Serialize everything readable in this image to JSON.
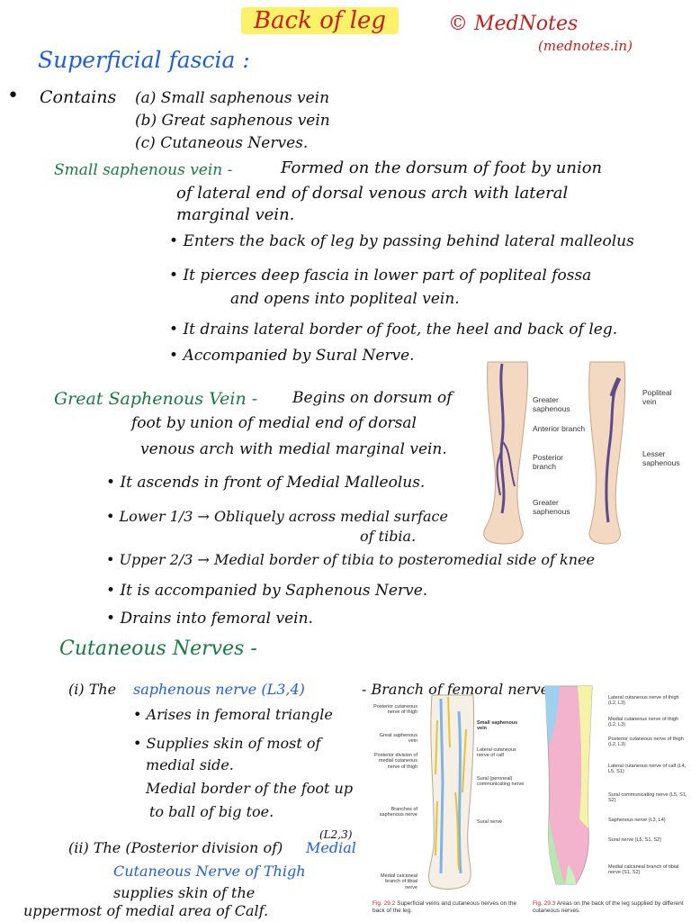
{
  "header": {
    "title": "Back of leg",
    "copyright": "© MedNotes",
    "site": "(mednotes.in)"
  },
  "fascia": {
    "heading": "Superficial fascia :",
    "contains": "Contains",
    "items": [
      "(a) Small saphenous vein",
      "(b) Great saphenous vein",
      "(c) Cutaneous Nerves."
    ]
  },
  "ssv": {
    "heading": "Small saphenous vein -",
    "l1": "Formed on the dorsum of foot by union",
    "l2": "of lateral end of dorsal venous arch with lateral",
    "l3": "marginal vein.",
    "b1": "Enters the back of leg by passing behind lateral malleolus",
    "b2a": "It pierces deep fascia in lower part of popliteal fossa",
    "b2b": "and opens into popliteal vein.",
    "b3": "It drains lateral border of foot, the heel and back of leg.",
    "b4": "Accompanied by Sural Nerve."
  },
  "gsv": {
    "heading": "Great Saphenous Vein -",
    "l1": "Begins on dorsum of",
    "l2": "foot by union of medial end of dorsal",
    "l3": "venous arch with medial marginal vein.",
    "b1": "It ascends in front of Medial Malleolus.",
    "b2a": "Lower 1/3 → Obliquely across medial surface",
    "b2b": "of tibia.",
    "b3": "Upper 2/3 → Medial border of tibia to posteromedial side of knee",
    "b4": "It is accompanied by Saphenous Nerve.",
    "b5": "Drains into femoral vein."
  },
  "veins_figure": {
    "labels": [
      "Greater saphenous",
      "Anterior branch",
      "Posterior branch",
      "Greater saphenous",
      "Popliteal vein",
      "Lesser saphenous"
    ]
  },
  "nerves": {
    "heading": "Cutaneous Nerves -",
    "i_prefix": "(i) The",
    "i_name": "saphenous nerve (L3,4)",
    "i_rest": "- Branch of femoral nerve.",
    "i_b1": "Arises in femoral triangle",
    "i_b2a": "Supplies skin of most of",
    "i_b2b": "medial side.",
    "i_b3a": "Medial border of the foot up",
    "i_b3b": "to ball of big toe.",
    "ii_prefix": "(ii) The (Posterior division of)",
    "ii_name1": "Medial",
    "ii_name2": "Cutaneous Nerve of Thigh",
    "ii_seg": "(L2,3)",
    "ii_l1": "supplies skin of the",
    "ii_l2": "uppermost of medial area of Calf."
  },
  "fig292": {
    "labels_left": [
      "Posterior cutaneous nerve of thigh",
      "Great saphenous vein",
      "Posterior division of medial cutaneous nerve of thigh",
      "Branches of saphenous nerve",
      "Medial calcaneal branch of tibial nerve"
    ],
    "labels_right": [
      "Small saphenous vein",
      "Lateral cutaneous nerve of calf",
      "Sural (peroneal) communicating nerve",
      "Sural nerve"
    ],
    "caption_num": "Fig. 29.2",
    "caption": "Superficial veins and cutaneous nerves on the back of the leg."
  },
  "fig293": {
    "labels": [
      "Lateral cutaneous nerve of thigh (L2, L3)",
      "Medial cutaneous nerve of thigh (L2, L3)",
      "Posterior cutaneous nerve of thigh (L2, L3)",
      "Lateral cutaneous nerve of calf (L4, L5, S1)",
      "Sural communicating nerve (L5, S1, S2)",
      "Saphenous nerve (L3, L4)",
      "Sural nerve (L5, S1, S2)",
      "Medial calcaneal branch of tibial nerve (S1, S2)"
    ],
    "caption_num": "Fig. 29.3",
    "caption": "Areas on the back of the leg supplied by different cutaneous nerves."
  },
  "colors": {
    "title_bg": "#fbf26a",
    "red": "#c41e1e",
    "blue": "#1d5fd6",
    "green": "#167a43"
  }
}
